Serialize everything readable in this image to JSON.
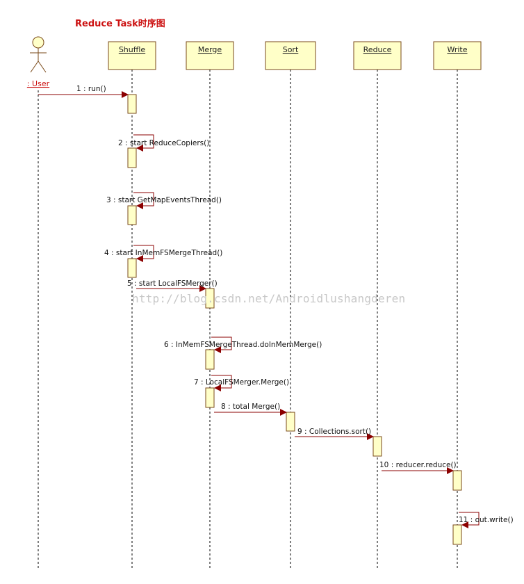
{
  "title": "Reduce Task时序图",
  "watermark": "http://blog.csdn.net/Androidlushangderen",
  "colors": {
    "box_fill": "#ffffc8",
    "box_stroke": "#7a4a1a",
    "lifeline": "#000000",
    "message": "#8b0000",
    "actor_label": "#cc1111",
    "title": "#cc1111"
  },
  "actor": {
    "label": ": User",
    "icon": "stick-figure-icon"
  },
  "participants": [
    {
      "id": "shuffle",
      "label": "Shuffle"
    },
    {
      "id": "merge",
      "label": "Merge"
    },
    {
      "id": "sort",
      "label": "Sort"
    },
    {
      "id": "reduce",
      "label": "Reduce"
    },
    {
      "id": "write",
      "label": "Write"
    }
  ],
  "messages": [
    {
      "label": "1 : run()",
      "from": "user",
      "to": "shuffle"
    },
    {
      "label": "2 : start ReduceCopiers()",
      "from": "shuffle",
      "to": "shuffle"
    },
    {
      "label": "3 : start GetMapEventsThread()",
      "from": "shuffle",
      "to": "shuffle"
    },
    {
      "label": "4 : start InMemFSMergeThread()",
      "from": "shuffle",
      "to": "shuffle"
    },
    {
      "label": "5 : start LocalFSMerger()",
      "from": "shuffle",
      "to": "merge"
    },
    {
      "label": "6 : InMemFSMergeThread.doInMemMerge()",
      "from": "merge",
      "to": "merge"
    },
    {
      "label": "7 : LocalFSMerger.Merge()",
      "from": "merge",
      "to": "merge"
    },
    {
      "label": "8 : total Merge()",
      "from": "merge",
      "to": "sort"
    },
    {
      "label": "9 : Collections.sort()",
      "from": "sort",
      "to": "reduce"
    },
    {
      "label": "10 : reducer.reduce()",
      "from": "reduce",
      "to": "write"
    },
    {
      "label": "11 : out.write()",
      "from": "write",
      "to": "write"
    }
  ]
}
